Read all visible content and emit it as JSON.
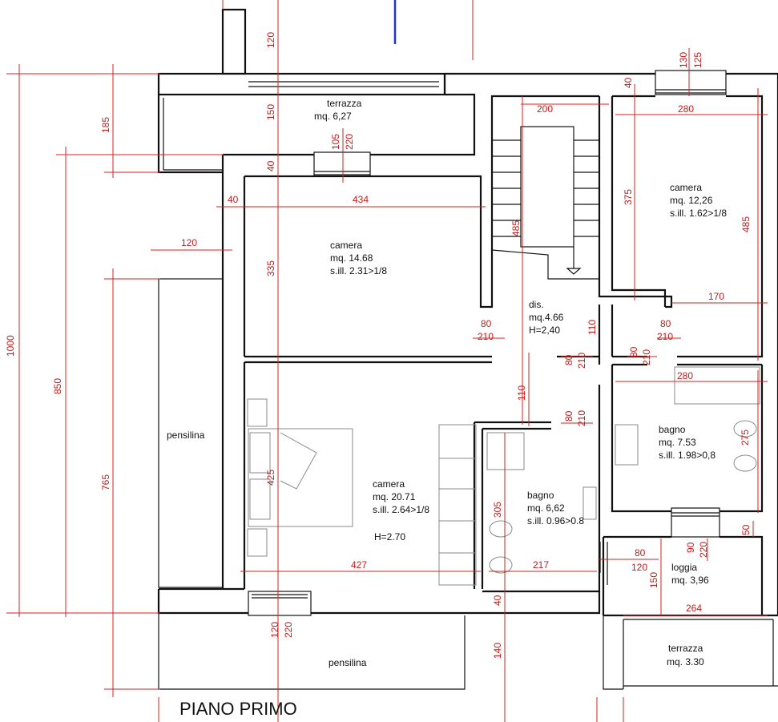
{
  "colors": {
    "walls": "#111111",
    "dimensions": "#d42020",
    "furniture": "#8a8a8a",
    "marker": "#2233cc",
    "background": "#ffffff"
  },
  "title": "PIANO PRIMO",
  "rooms": {
    "terrazza_top": {
      "name": "terrazza",
      "area": "mq. 6,27"
    },
    "camera_top_left": {
      "name": "camera",
      "area": "mq. 14.68",
      "ratio": "s.ill. 2.31>1/8"
    },
    "camera_top_right": {
      "name": "camera",
      "area": "mq. 12,26",
      "ratio": "s.ill. 1.62>1/8"
    },
    "disimpegno": {
      "name": "dis.",
      "area": "mq.4.66",
      "height": "H=2,40"
    },
    "camera_main": {
      "name": "camera",
      "area": "mq. 20.71",
      "ratio": "s.ill. 2.64>1/8",
      "height": "H=2.70"
    },
    "bagno_center": {
      "name": "bagno",
      "area": "mq. 6,62",
      "ratio": "s.ill. 0.96>0.8"
    },
    "bagno_right": {
      "name": "bagno",
      "area": "mq. 7.53",
      "ratio": "s.ill. 1.98>0,8"
    },
    "loggia": {
      "name": "loggia",
      "area": "mq. 3,96"
    },
    "terrazza_bottom": {
      "name": "terrazza",
      "area": "mq. 3.30"
    },
    "pensilina_left": {
      "name": "pensilina"
    },
    "pensilina_bottom": {
      "name": "pensilina"
    }
  },
  "dimensions": {
    "overall_height": "1000",
    "left_850": "850",
    "left_765": "765",
    "left_185": "185",
    "pensilina_width": "120",
    "top_120": "120",
    "terrace_150": "150",
    "window_105": "105",
    "window_220": "220",
    "wall_40_top": "40",
    "wall_40_left": "40",
    "camera_width_434": "434",
    "camera_height_335": "335",
    "stair_200": "200",
    "stair_485": "485",
    "right_280_top": "280",
    "right_375": "375",
    "right_485": "485",
    "wall_40_right": "40",
    "top_130": "130",
    "top_125": "125",
    "right_170": "170",
    "door_80_a": "80",
    "door_210_a": "210",
    "door_80_b": "80",
    "door_210_b": "210",
    "door_80_c": "80",
    "door_210_c": "210",
    "door_80_d": "80",
    "door_210_d": "210",
    "door_80_e": "80",
    "door_210_e": "210",
    "dis_110_a": "110",
    "dis_110_b": "110",
    "bath_280": "280",
    "bath_275": "275",
    "main_425": "425",
    "main_427": "427",
    "bath_305": "305",
    "bath_217": "217",
    "wall_40_bottom": "40",
    "bottom_120": "120",
    "bottom_220": "220",
    "bottom_140": "140",
    "loggia_80": "80",
    "loggia_120": "120",
    "loggia_150": "150",
    "loggia_90": "90",
    "loggia_220": "220",
    "loggia_50": "50",
    "loggia_264": "264"
  }
}
